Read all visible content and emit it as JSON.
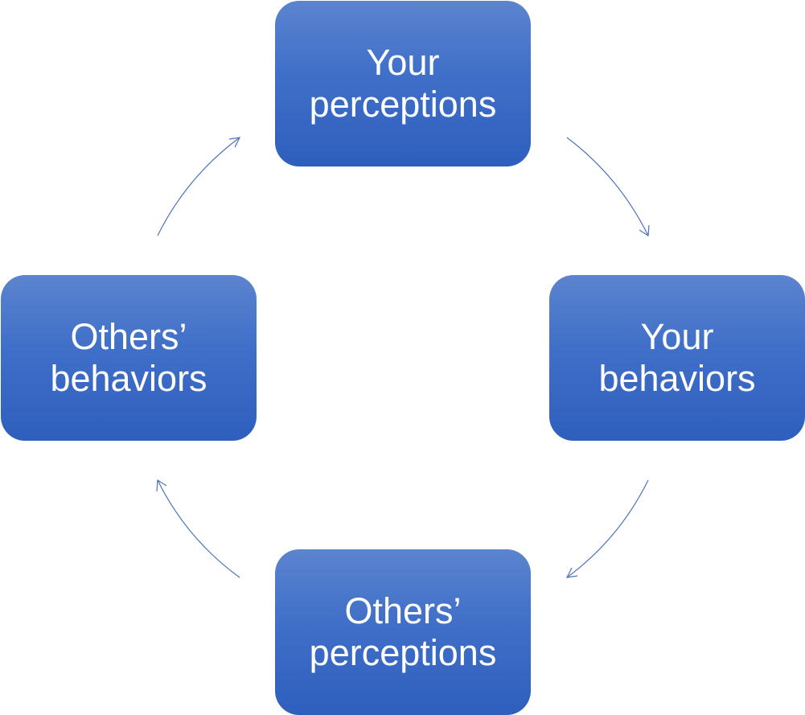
{
  "diagram": {
    "nodes": [
      {
        "id": "top",
        "label": "Your\nperceptions"
      },
      {
        "id": "right",
        "label": "Your\nbehaviors"
      },
      {
        "id": "bottom",
        "label": "Others’\nperceptions"
      },
      {
        "id": "left",
        "label": "Others’\nbehaviors"
      }
    ],
    "edges": [
      {
        "from": "top",
        "to": "right"
      },
      {
        "from": "right",
        "to": "bottom"
      },
      {
        "from": "bottom",
        "to": "left"
      },
      {
        "from": "left",
        "to": "top"
      }
    ],
    "colors": {
      "node_fill_top": "#5c84cf",
      "node_fill_bottom": "#2f5fbd",
      "node_text": "#ffffff",
      "arrow": "#4a73c0"
    }
  }
}
